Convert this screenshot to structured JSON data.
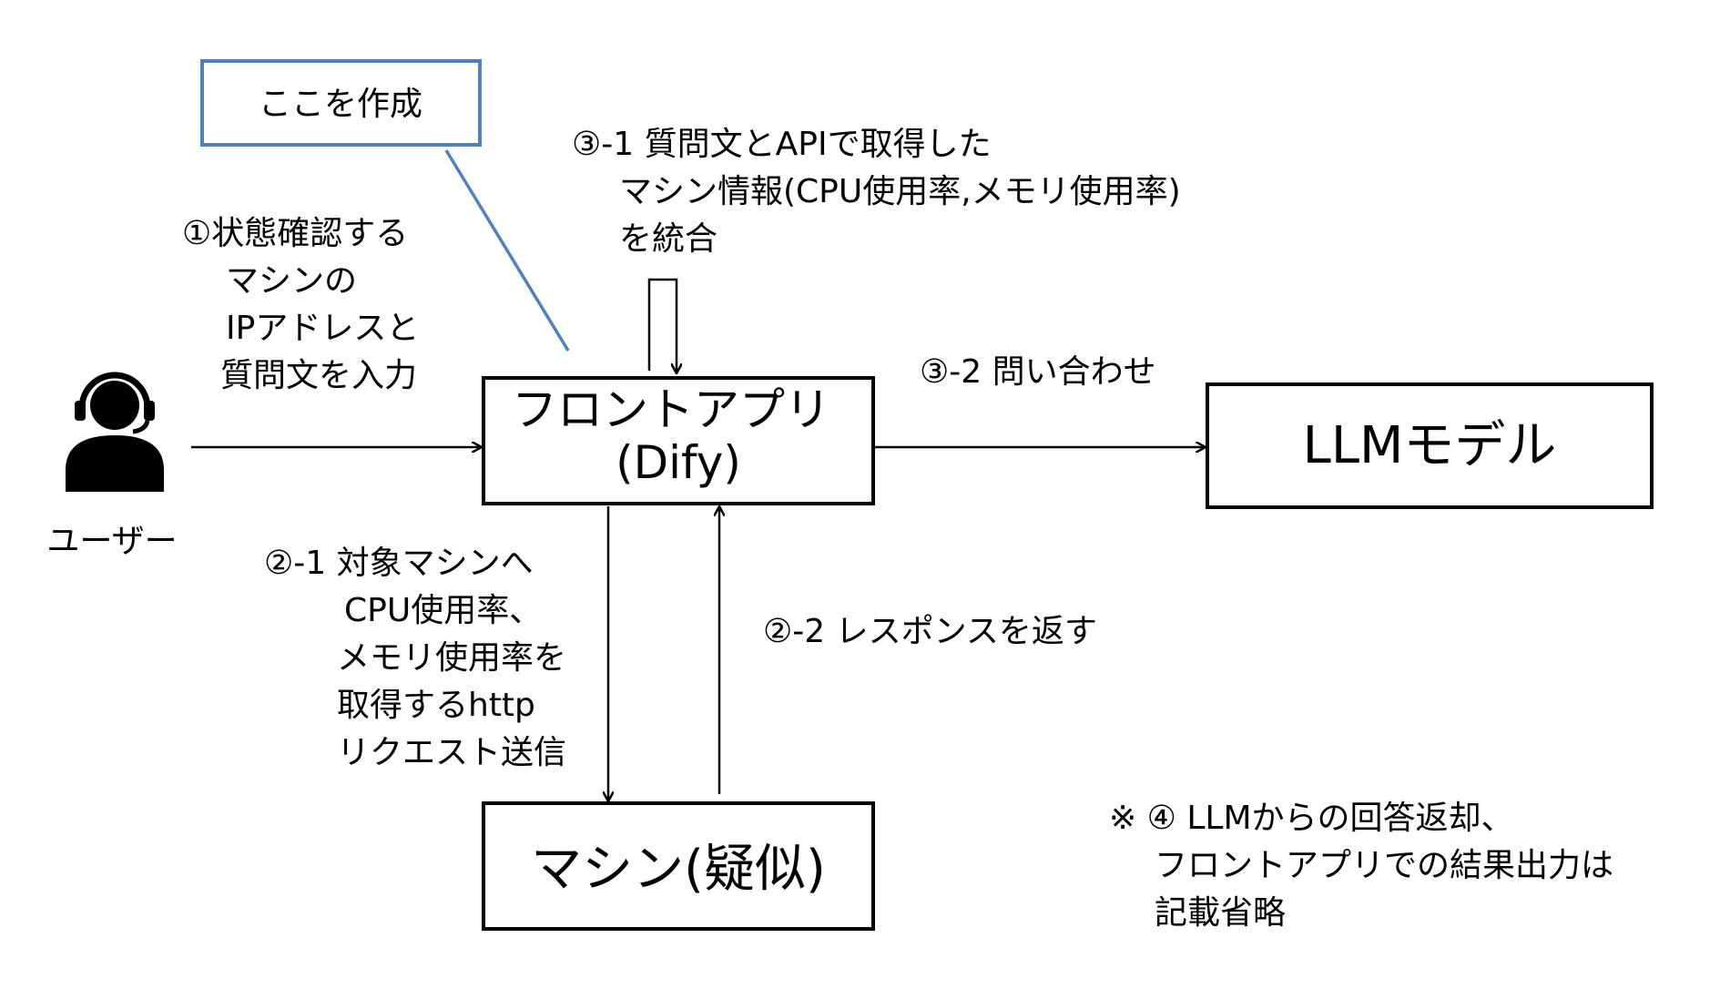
{
  "note": {
    "label": "ここを作成",
    "color": "#4f81bd"
  },
  "user": {
    "icon": "user-headset-icon",
    "label": "ユーザー"
  },
  "nodes": {
    "front": {
      "line1": "フロントアプリ",
      "line2": "(Dify)"
    },
    "llm": {
      "label": "LLMモデル"
    },
    "machine": {
      "label": "マシン(疑似)"
    }
  },
  "steps": {
    "step1": [
      "①状態確認する",
      "マシンの",
      "IPアドレスと",
      "質問文を入力"
    ],
    "step3_1": [
      "③-1 質問文とAPIで取得した",
      "マシン情報(CPU使用率,メモリ使用率)",
      "を統合"
    ],
    "step3_2": "③-2 問い合わせ",
    "step2_1": [
      "②-1 対象マシンへ",
      "CPU使用率、",
      "メモリ使用率を",
      "取得するhttp",
      "リクエスト送信"
    ],
    "step2_2": "②-2 レスポンスを返す"
  },
  "footnote": [
    "※ ④ LLMからの回答返却、",
    "フロントアプリでの結果出力は",
    "記載省略"
  ]
}
